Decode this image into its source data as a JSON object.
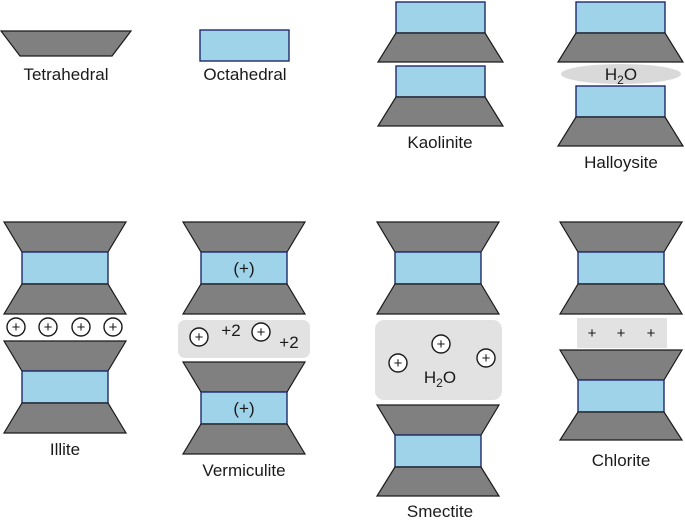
{
  "legend": {
    "tetrahedral": "Tetrahedral",
    "octahedral": "Octahedral"
  },
  "minerals": {
    "kaolinite": {
      "label": "Kaolinite"
    },
    "halloysite": {
      "label": "Halloysite",
      "interlayer_main": "H",
      "interlayer_sub": "2",
      "interlayer_tail": "O"
    },
    "illite": {
      "label": "Illite"
    },
    "vermiculite": {
      "label": "Vermiculite",
      "octahedral_charge": "(+)",
      "interlayer_charge": "+2"
    },
    "smectite": {
      "label": "Smectite",
      "interlayer_main": "H",
      "interlayer_sub": "2",
      "interlayer_tail": "O"
    },
    "chlorite": {
      "label": "Chlorite",
      "interlayer_symbol": "+"
    }
  },
  "symbols": {
    "cation": "+"
  },
  "colors": {
    "tetrahedral": "#808080",
    "octahedral": "#9ed3ea",
    "octahedral_outline": "#1f2a6b",
    "interlayer": "#e2e2e2"
  }
}
